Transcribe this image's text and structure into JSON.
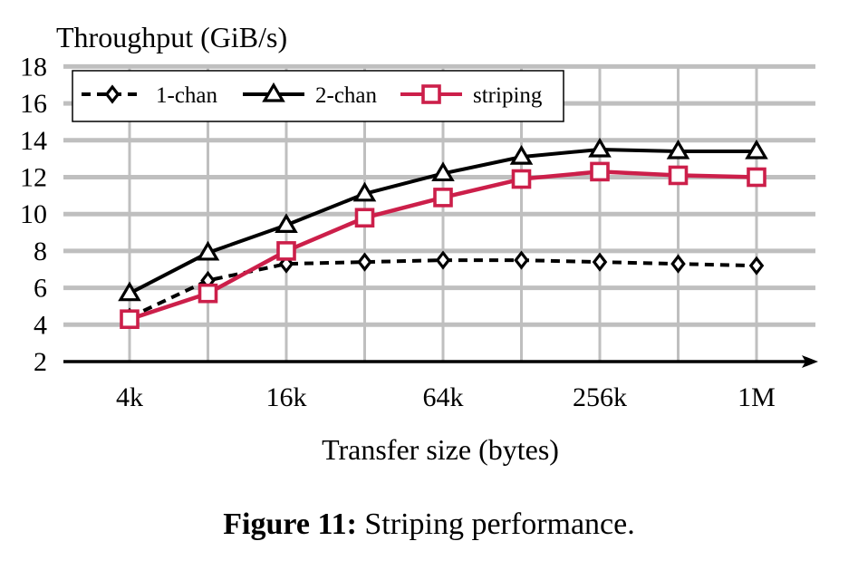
{
  "chart_data": {
    "type": "line",
    "title": "",
    "ylabel": "Throughput (GiB/s)",
    "xlabel": "Transfer size (bytes)",
    "ylim": [
      2,
      18
    ],
    "yticks": [
      2,
      4,
      6,
      8,
      10,
      12,
      14,
      16,
      18
    ],
    "x_scale": "log2",
    "x": [
      "4k",
      "8k",
      "16k",
      "32k",
      "64k",
      "128k",
      "256k",
      "512k",
      "1M"
    ],
    "xtick_labels": [
      "4k",
      "16k",
      "64k",
      "256k",
      "1M"
    ],
    "grid": true,
    "legend_position": "top-left",
    "series": [
      {
        "name": "1-chan",
        "values": [
          4.4,
          6.4,
          7.3,
          7.4,
          7.5,
          7.5,
          7.4,
          7.3,
          7.2
        ],
        "color": "#000000",
        "line_style": "dashed",
        "marker": "diamond"
      },
      {
        "name": "2-chan",
        "values": [
          5.7,
          7.9,
          9.4,
          11.1,
          12.2,
          13.1,
          13.5,
          13.4,
          13.4
        ],
        "color": "#000000",
        "line_style": "solid",
        "marker": "triangle"
      },
      {
        "name": "striping",
        "values": [
          4.3,
          5.7,
          8.0,
          9.8,
          10.9,
          11.9,
          12.3,
          12.1,
          12.0
        ],
        "color": "#cc1f4a",
        "line_style": "solid",
        "marker": "square"
      }
    ]
  },
  "caption": {
    "label": "Figure 11:",
    "text": " Striping performance."
  }
}
